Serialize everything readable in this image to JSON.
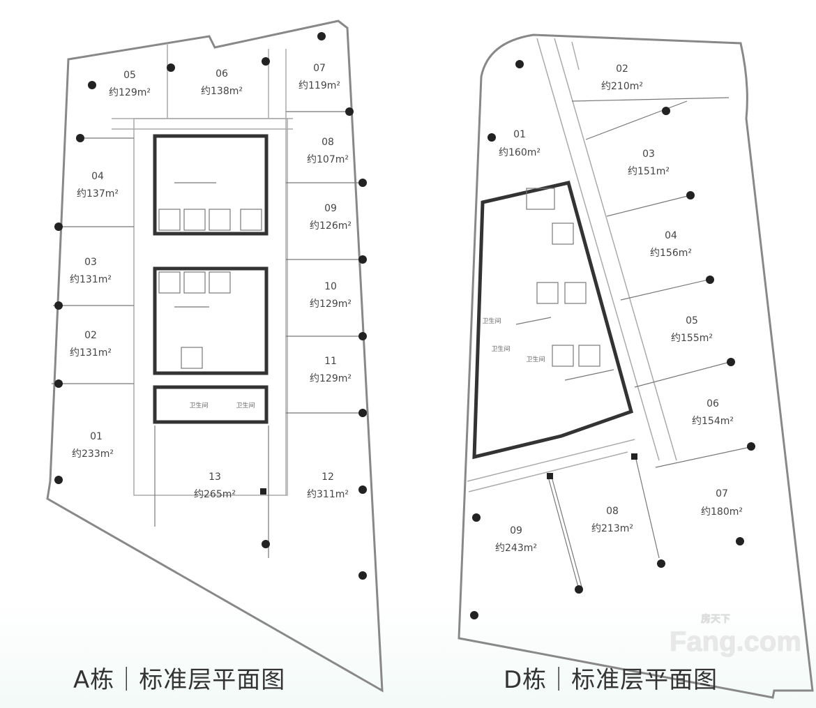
{
  "building_a": {
    "caption": "A栋｜标准层平面图",
    "restroom_label": "卫生间",
    "units": [
      {
        "no": "01",
        "area": "约233m²"
      },
      {
        "no": "02",
        "area": "约131m²"
      },
      {
        "no": "03",
        "area": "约131m²"
      },
      {
        "no": "04",
        "area": "约137m²"
      },
      {
        "no": "05",
        "area": "约129m²"
      },
      {
        "no": "06",
        "area": "约138m²"
      },
      {
        "no": "07",
        "area": "约119m²"
      },
      {
        "no": "08",
        "area": "约107m²"
      },
      {
        "no": "09",
        "area": "约126m²"
      },
      {
        "no": "10",
        "area": "约129m²"
      },
      {
        "no": "11",
        "area": "约129m²"
      },
      {
        "no": "12",
        "area": "约311m²"
      },
      {
        "no": "13",
        "area": "约265m²"
      }
    ]
  },
  "building_d": {
    "caption": "D栋｜标准层平面图",
    "restroom_label": "卫生间",
    "units": [
      {
        "no": "01",
        "area": "约160m²"
      },
      {
        "no": "02",
        "area": "约210m²"
      },
      {
        "no": "03",
        "area": "约151m²"
      },
      {
        "no": "04",
        "area": "约156m²"
      },
      {
        "no": "05",
        "area": "约155m²"
      },
      {
        "no": "06",
        "area": "约154m²"
      },
      {
        "no": "07",
        "area": "约180m²"
      },
      {
        "no": "08",
        "area": "约213m²"
      },
      {
        "no": "09",
        "area": "约243m²"
      }
    ]
  },
  "watermark": {
    "brand": "Fang.com",
    "brand_cn": "房天下"
  }
}
